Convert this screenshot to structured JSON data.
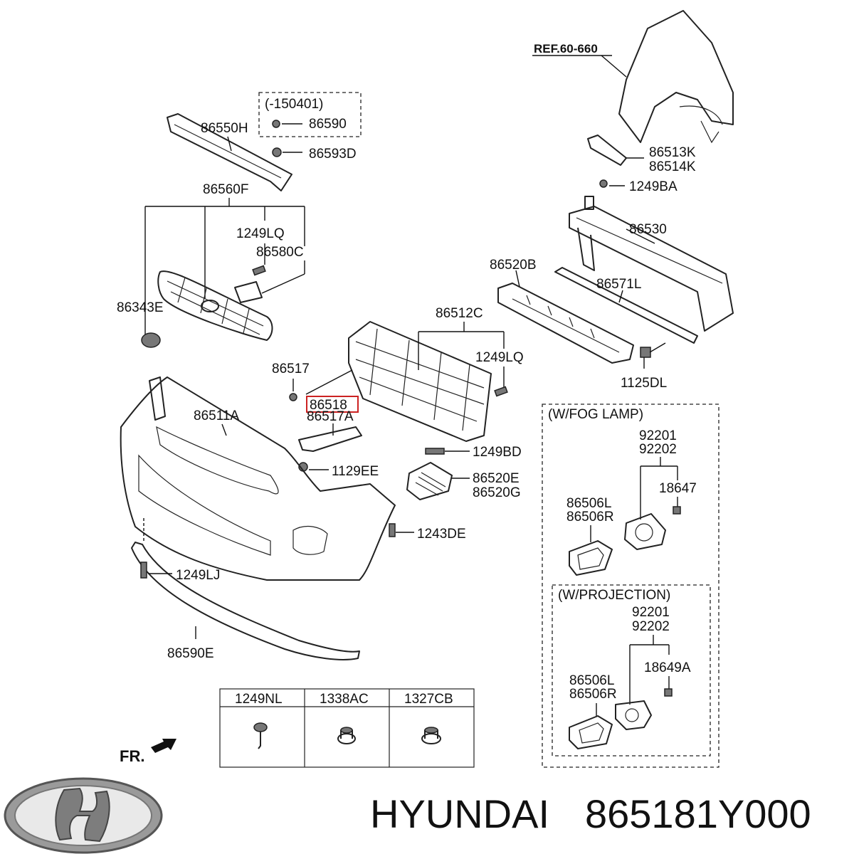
{
  "diagram": {
    "reference": "REF.60-660",
    "direction": "FR.",
    "parts": [
      {
        "id": "86550H",
        "label": "86550H"
      },
      {
        "id": "86590",
        "label": "86590"
      },
      {
        "id": "86593D",
        "label": "86593D"
      },
      {
        "id": "86560F",
        "label": "86560F"
      },
      {
        "id": "1249LQ_a",
        "label": "1249LQ"
      },
      {
        "id": "86580C",
        "label": "86580C"
      },
      {
        "id": "86343E",
        "label": "86343E"
      },
      {
        "id": "86513K",
        "label": "86513K"
      },
      {
        "id": "86514K",
        "label": "86514K"
      },
      {
        "id": "1249BA",
        "label": "1249BA"
      },
      {
        "id": "86530",
        "label": "86530"
      },
      {
        "id": "86520B",
        "label": "86520B"
      },
      {
        "id": "86571L",
        "label": "86571L"
      },
      {
        "id": "86512C",
        "label": "86512C"
      },
      {
        "id": "1249LQ_b",
        "label": "1249LQ"
      },
      {
        "id": "1125DL",
        "label": "1125DL"
      },
      {
        "id": "86517",
        "label": "86517"
      },
      {
        "id": "86518",
        "label": "86518"
      },
      {
        "id": "86517A",
        "label": "86517A"
      },
      {
        "id": "86511A",
        "label": "86511A"
      },
      {
        "id": "1129EE",
        "label": "1129EE"
      },
      {
        "id": "1249BD",
        "label": "1249BD"
      },
      {
        "id": "86520E",
        "label": "86520E"
      },
      {
        "id": "86520G",
        "label": "86520G"
      },
      {
        "id": "1243DE",
        "label": "1243DE"
      },
      {
        "id": "1249LJ",
        "label": "1249LJ"
      },
      {
        "id": "86590E",
        "label": "86590E"
      }
    ],
    "inset_date": {
      "title": "(-150401)"
    },
    "inset_fog": {
      "title": "(W/FOG LAMP)",
      "labels": [
        "92201",
        "92202",
        "18647",
        "86506L",
        "86506R"
      ]
    },
    "inset_projection": {
      "title": "(W/PROJECTION)",
      "labels": [
        "92201",
        "92202",
        "18649A",
        "86506L",
        "86506R"
      ]
    },
    "fastener_table": {
      "headers": [
        "1249NL",
        "1338AC",
        "1327CB"
      ]
    },
    "highlight_color": "#cc2222"
  },
  "footer": {
    "brand": "HYUNDAI",
    "part_number": "865181Y000"
  }
}
